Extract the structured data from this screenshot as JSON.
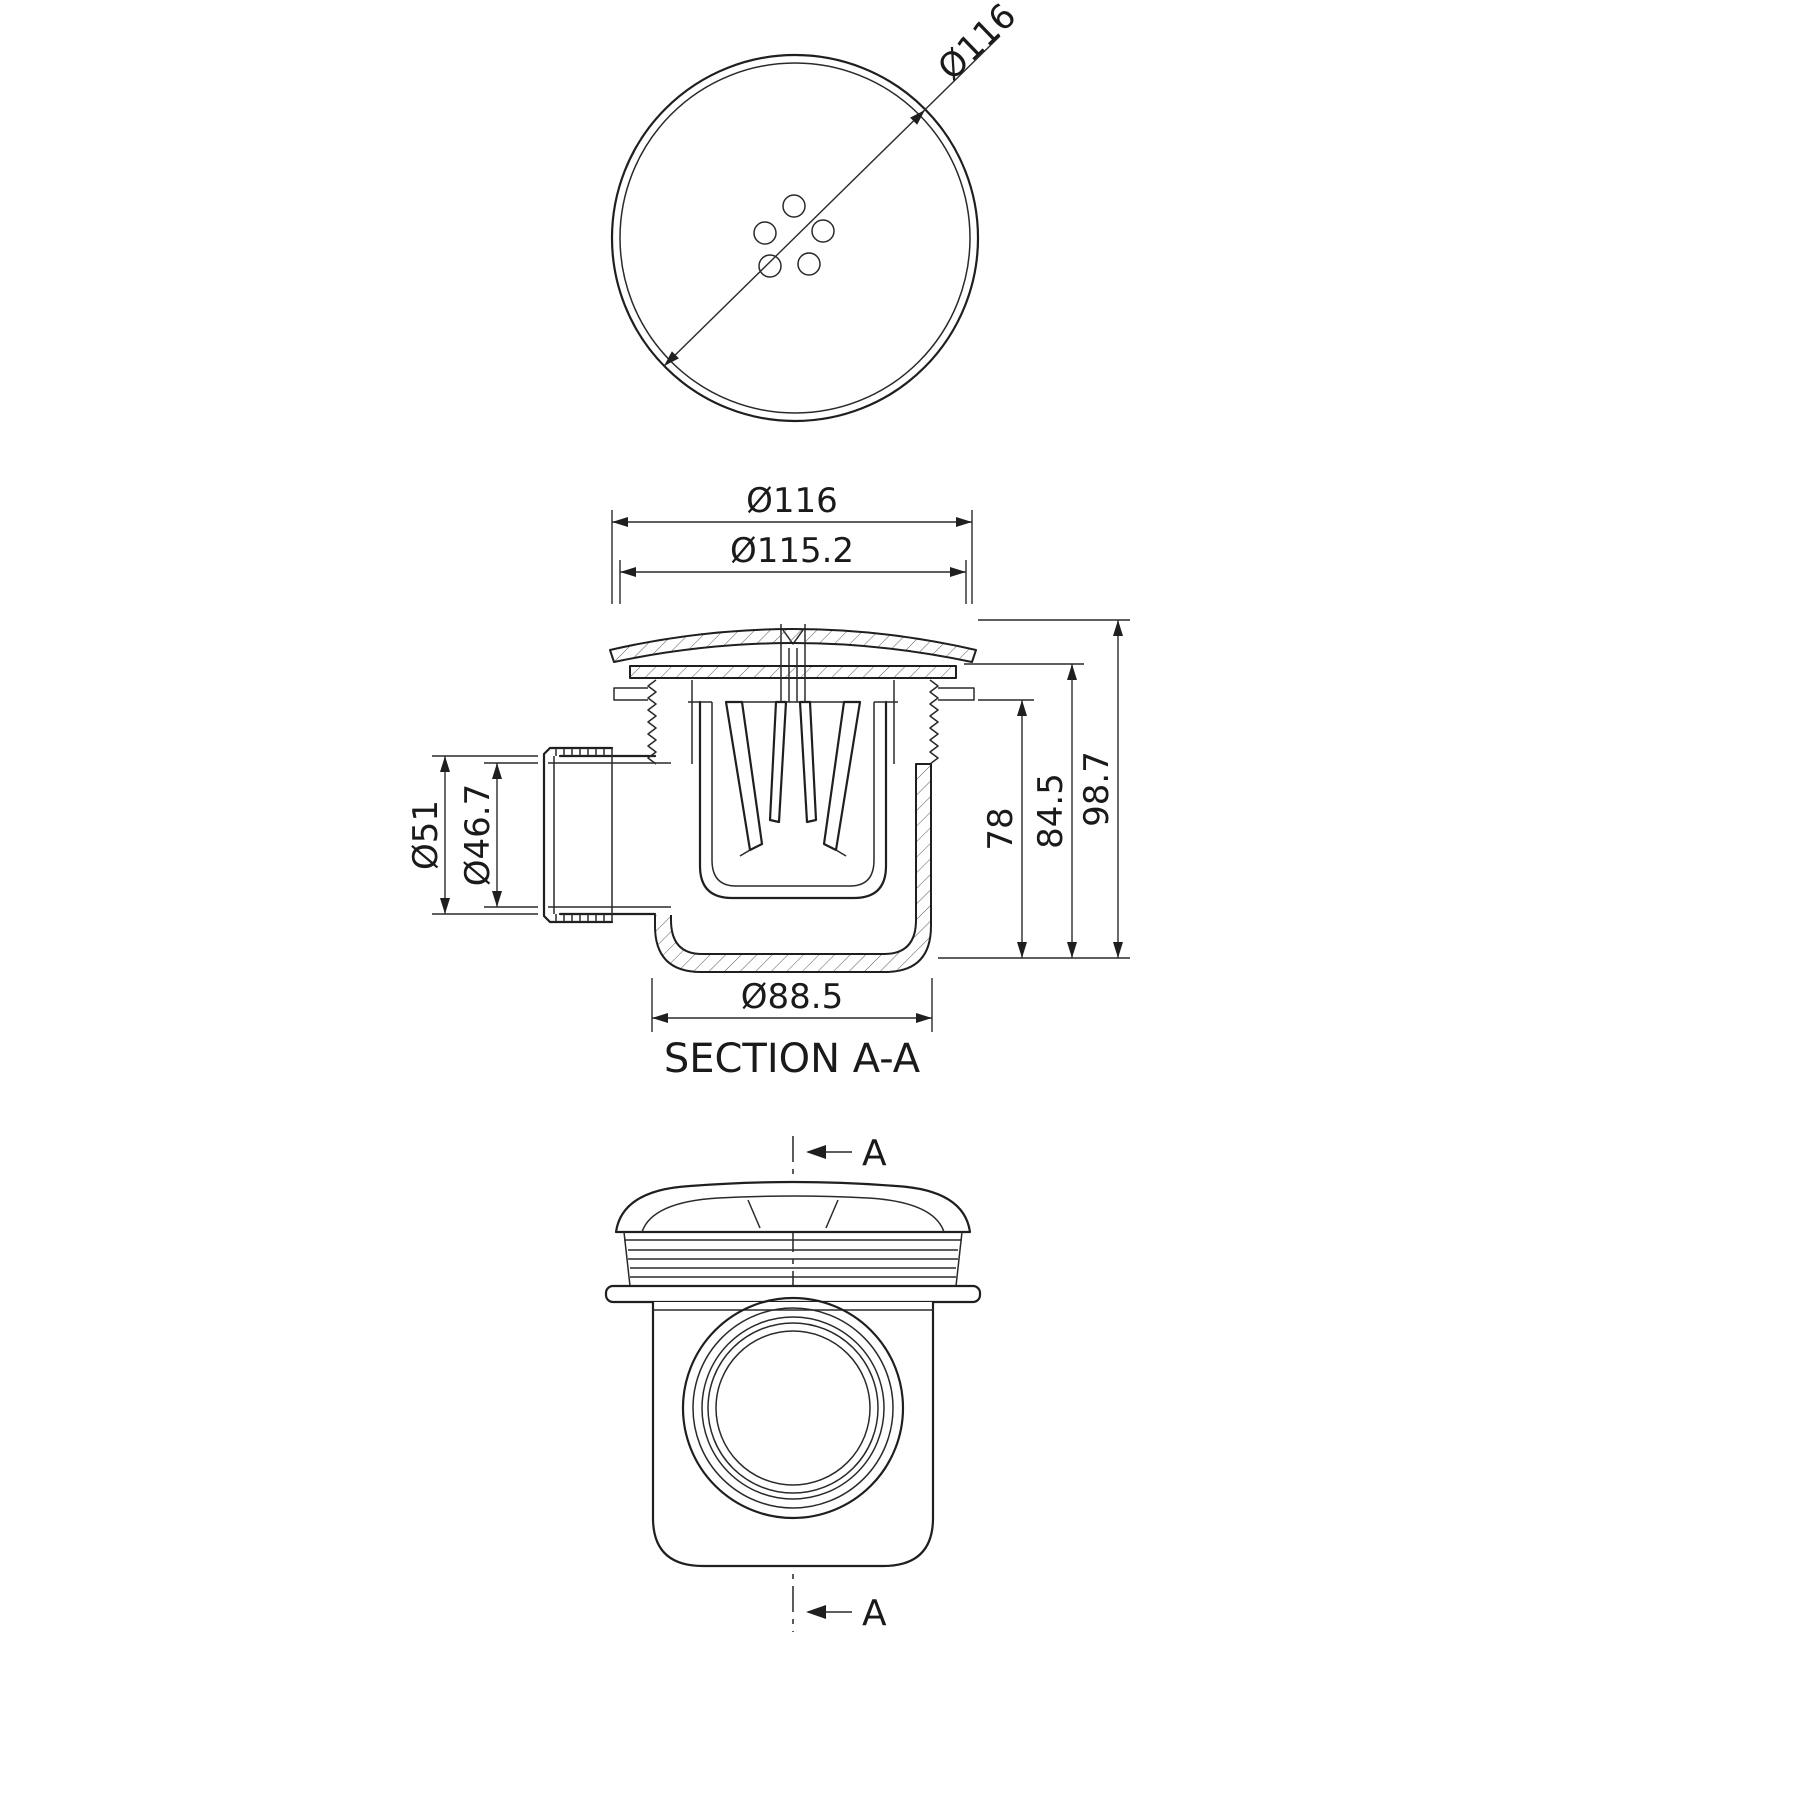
{
  "drawing": {
    "top_view": {
      "dim_diameter": "Ø116"
    },
    "section_view": {
      "dim_outer_flange": "Ø116",
      "dim_inner_flange": "Ø115.2",
      "dim_outlet_outer": "Ø51",
      "dim_outlet_bore": "Ø46.7",
      "dim_height_body": "78",
      "dim_height_mid": "84.5",
      "dim_height_total": "98.7",
      "dim_body_diameter": "Ø88.5",
      "caption": "SECTION A-A"
    },
    "front_view": {
      "section_marker_top": "A",
      "section_marker_bottom": "A"
    }
  }
}
